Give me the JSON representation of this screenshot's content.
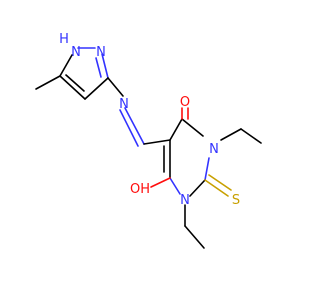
{
  "atoms": {
    "pyrazole_nh": "N",
    "pyrazole_nh_h": "H",
    "pyrazole_n": "N",
    "imine_n": "N",
    "ring_n3": "N",
    "ring_n1": "N",
    "carbonyl_o": "O",
    "hydroxyl_o": "OH",
    "thione_s": "S"
  },
  "colors": {
    "nitrogen": "#3333ff",
    "oxygen": "#ff0d0d",
    "sulfur": "#c8a000",
    "carbon_bond": "#000000"
  }
}
